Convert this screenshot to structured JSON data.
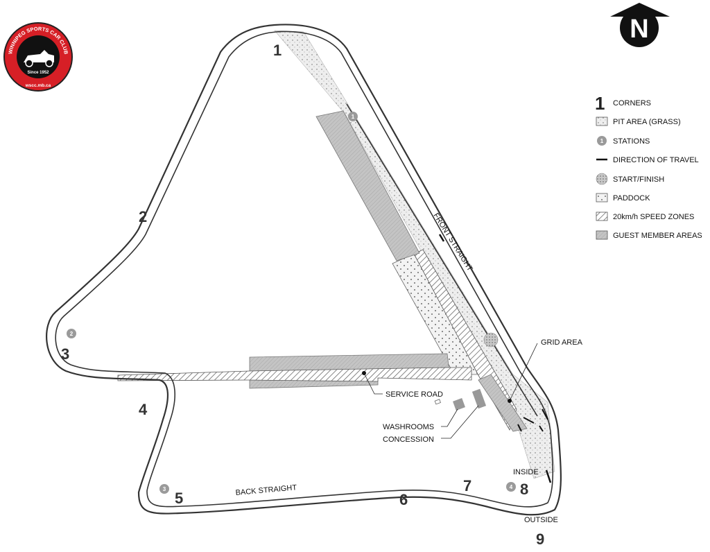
{
  "logo": {
    "name": "WINNIPEG SPORTS CAR CLUB",
    "since": "Since 1952",
    "url": "wscc.mb.ca"
  },
  "compass": {
    "letter": "N"
  },
  "legend": {
    "corners_number": "1",
    "corners": "CORNERS",
    "pit_area": "PIT AREA (GRASS)",
    "stations_number": "1",
    "stations": "STATIONS",
    "direction": "DIRECTION OF TRAVEL",
    "start_finish": "START/FINISH",
    "paddock": "PADDOCK",
    "speed_zones": "20km/h SPEED ZONES",
    "guest_areas": "GUEST MEMBER AREAS"
  },
  "corners": [
    "1",
    "2",
    "3",
    "4",
    "5",
    "6",
    "7",
    "8",
    "9"
  ],
  "stations": [
    "1",
    "2",
    "3",
    "4"
  ],
  "labels": {
    "front_straight": "FRONT STRAIGHT",
    "back_straight": "BACK STRAIGHT",
    "grid_area": "GRID AREA",
    "service_road": "SERVICE ROAD",
    "washrooms": "WASHROOMS",
    "concession": "CONCESSION",
    "inside": "INSIDE",
    "outside": "OUTSIDE"
  }
}
